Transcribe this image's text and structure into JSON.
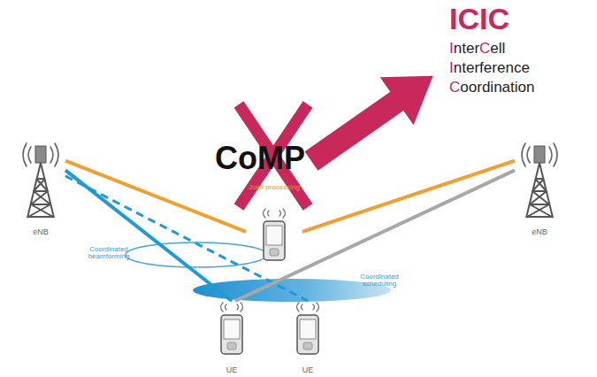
{
  "diagram": {
    "nodes": [
      {
        "text": [
          "eNB"
        ]
      },
      {
        "text": [
          "Joint processing"
        ]
      },
      {
        "text": [
          "eNB"
        ]
      },
      {
        "text": [
          "UE"
        ]
      },
      {
        "text": [
          "UE"
        ]
      }
    ],
    "edges": [
      {
        "from": 0,
        "to": 1,
        "arrow": "none"
      },
      {
        "from": 2,
        "to": 1,
        "arrow": "none"
      },
      {
        "from": 0,
        "to": 3,
        "arrow": "none"
      },
      {
        "from": 0,
        "to": 4,
        "arrow": "none"
      },
      {
        "from": 2,
        "to": 3,
        "arrow": "none"
      }
    ],
    "labels": [
      "CoMP",
      "ICIC",
      "InterCell",
      "Interference",
      "Coordination",
      "Coordinated beamforming",
      "Coordinated scheduling"
    ]
  }
}
